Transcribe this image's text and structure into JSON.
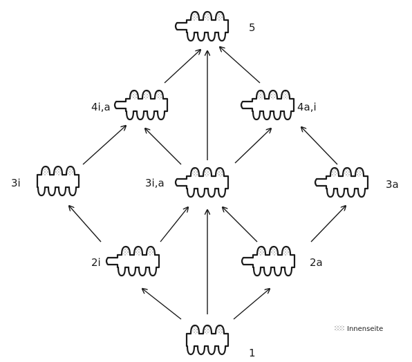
{
  "diagram": {
    "nodes": [
      {
        "id": "n5",
        "label": "5"
      },
      {
        "id": "n4ia",
        "label": "4i,a"
      },
      {
        "id": "n4ai",
        "label": "4a,i"
      },
      {
        "id": "n3i",
        "label": "3i"
      },
      {
        "id": "n3ia",
        "label": "3i,a"
      },
      {
        "id": "n3a",
        "label": "3a"
      },
      {
        "id": "n2i",
        "label": "2i"
      },
      {
        "id": "n2a",
        "label": "2a"
      },
      {
        "id": "n1",
        "label": "1"
      }
    ],
    "legend": {
      "label": "Innenseite",
      "swatch_color": "#9a9a9a"
    },
    "stroke_color": "#1a1a1a",
    "fill_color": "#ffffff"
  }
}
